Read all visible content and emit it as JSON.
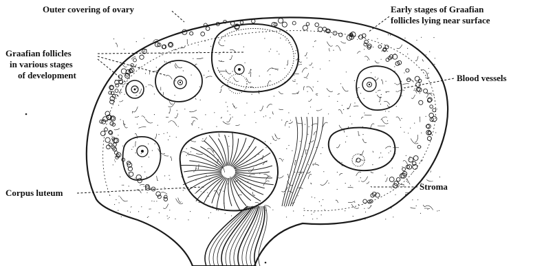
{
  "labels": {
    "outer_covering": "Outer covering of ovary",
    "early_stages_line1": "Early stages of Graafian",
    "early_stages_line2": "follicles lying near surface",
    "graafian_line1": "Graafian follicles",
    "graafian_line2": "in various stages",
    "graafian_line3": "of development",
    "blood_vessels": "Blood vessels",
    "corpus_luteum": "Corpus luteum",
    "stroma": "Stroma"
  }
}
